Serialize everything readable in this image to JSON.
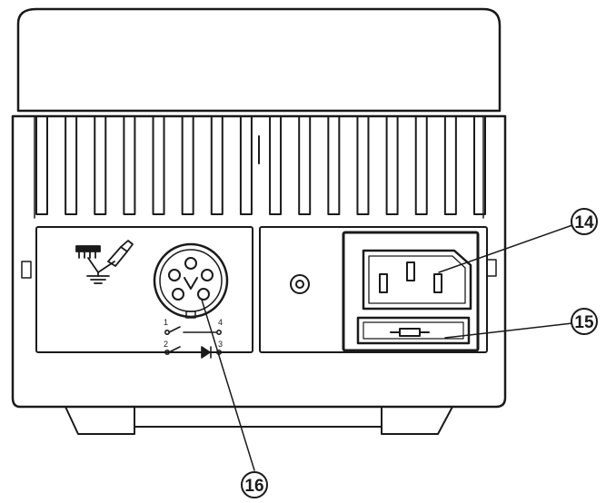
{
  "callouts": [
    {
      "id": "c14",
      "label": "14"
    },
    {
      "id": "c15",
      "label": "15"
    },
    {
      "id": "c16",
      "label": "16"
    }
  ],
  "socket_pins": {
    "top_left": "1",
    "top_right": "4",
    "bottom_left": "2",
    "bottom_right": "3"
  },
  "icons": [
    "heater-tip-ground-icon",
    "din-socket-icon",
    "switch-diode-schematic-icon",
    "mains-inlet-icon",
    "fuse-holder-icon",
    "ground-stud-icon"
  ],
  "colors": {
    "line": "#1a1a1a",
    "background": "#ffffff"
  }
}
